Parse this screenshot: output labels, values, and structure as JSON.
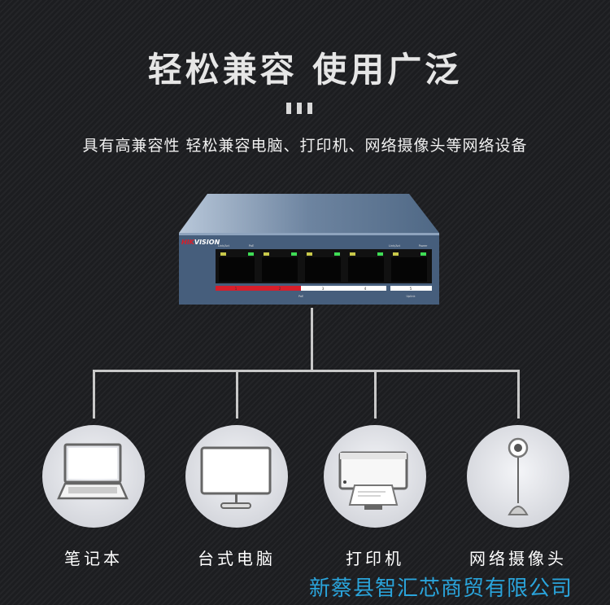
{
  "header": {
    "title": "轻松兼容 使用广泛",
    "subtitle": "具有高兼容性 轻松兼容电脑、打印机、网络摄像头等网络设备"
  },
  "product": {
    "brand": "HIKVISION",
    "port_labels": [
      "1",
      "2",
      "3",
      "4",
      "5"
    ],
    "group_labels": [
      "PoE",
      "Uplink"
    ],
    "led_labels": [
      "Link/Act",
      "PoE",
      "Link/Act",
      "Power"
    ]
  },
  "devices": [
    {
      "label": "笔记本",
      "icon": "laptop-icon"
    },
    {
      "label": "台式电脑",
      "icon": "monitor-icon"
    },
    {
      "label": "打印机",
      "icon": "printer-icon"
    },
    {
      "label": "网络摄像头",
      "icon": "webcam-icon"
    }
  ],
  "footer": {
    "company": "新蔡县智汇芯商贸有限公司"
  },
  "colors": {
    "accent": "#2aa4db",
    "poe_red": "#d81e2a"
  }
}
